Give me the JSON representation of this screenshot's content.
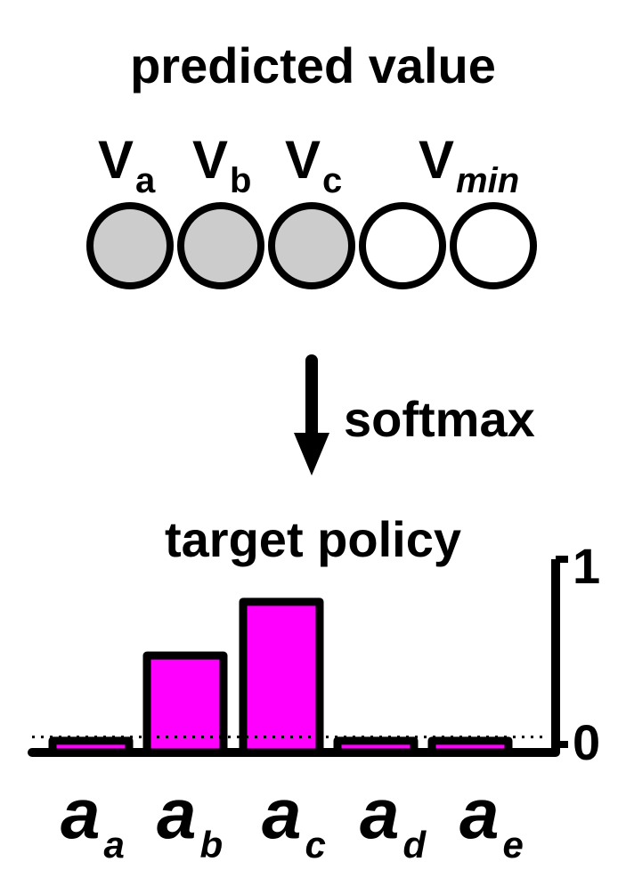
{
  "title_top": "predicted value",
  "value_nodes": [
    {
      "base": "V",
      "sub": "a",
      "filled": true
    },
    {
      "base": "V",
      "sub": "b",
      "filled": true
    },
    {
      "base": "V",
      "sub": "c",
      "filled": true
    },
    {
      "base": "",
      "sub": "",
      "filled": false
    },
    {
      "base": "V",
      "sub": "min",
      "filled": false
    }
  ],
  "arrow_label": "softmax",
  "title_bottom": "target policy",
  "colors": {
    "fill_node": "#cccccc",
    "bar": "#ff00ff",
    "stroke": "#000000"
  },
  "chart_data": {
    "type": "bar",
    "categories": [
      "a_a",
      "a_b",
      "a_c",
      "a_d",
      "a_e"
    ],
    "category_labels": [
      {
        "base": "a",
        "sub": "a"
      },
      {
        "base": "a",
        "sub": "b"
      },
      {
        "base": "a",
        "sub": "c"
      },
      {
        "base": "a",
        "sub": "d"
      },
      {
        "base": "a",
        "sub": "e"
      }
    ],
    "values": [
      0.02,
      0.48,
      0.77,
      0.02,
      0.02
    ],
    "ylim": [
      0,
      1
    ],
    "yticks": [
      "0",
      "1"
    ],
    "reference_line": 0.04
  }
}
